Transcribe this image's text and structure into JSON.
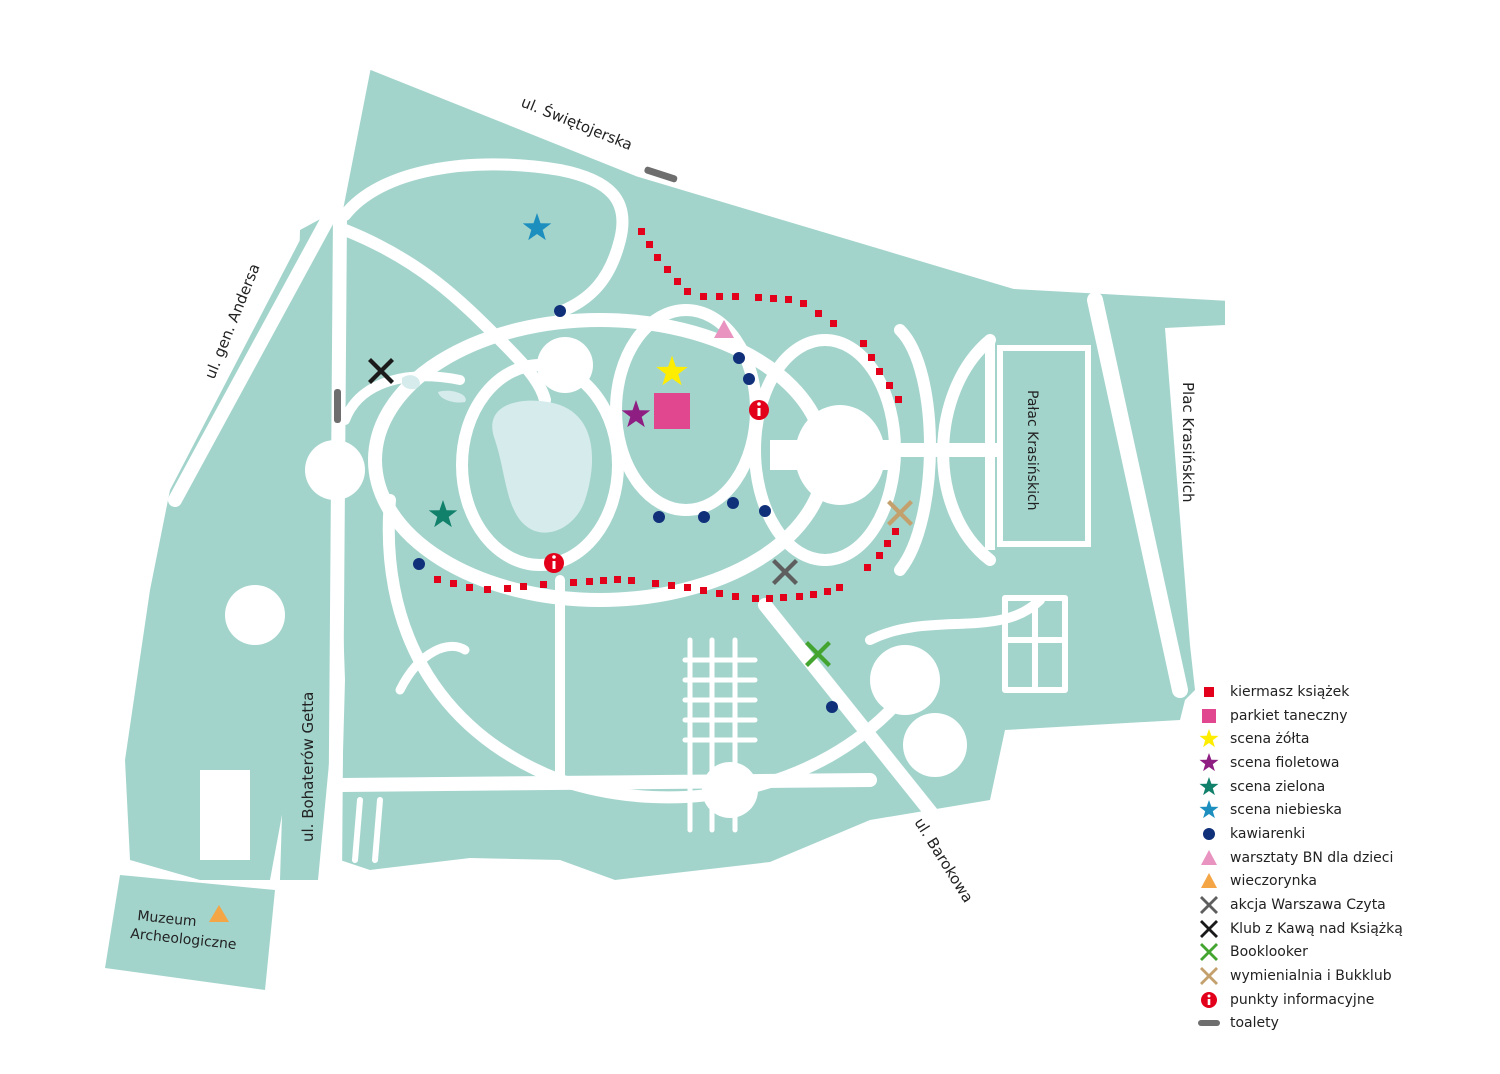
{
  "colors": {
    "park": "#a3d4cc",
    "path": "#ffffff",
    "pond": "#d6ecec",
    "stall": "#e3001b",
    "dance": "#e0478f",
    "stage_yellow": "#ffed00",
    "stage_purple": "#8e1e82",
    "stage_green": "#12816b",
    "stage_blue": "#1d8fbf",
    "cafe": "#10307a",
    "workshop": "#e993c0",
    "evening": "#f4a545",
    "warszawa_czyta": "#5e5e5e",
    "klub": "#1a1a1a",
    "booklooker": "#43a530",
    "bukklub": "#c3a06c",
    "info": "#e3001b",
    "toilet": "#6e6e6e"
  },
  "streets": {
    "swietojerska": "ul. Świętojerska",
    "andersa": "ul. gen. Andersa",
    "bohaterow": "ul. Bohaterów Getta",
    "barokowa": "ul. Barokowa",
    "plac": "Plac Krasińskich"
  },
  "places": {
    "palac": "Pałac Krasińskich",
    "muzeum_line1": "Muzeum",
    "muzeum_line2": "Archeologiczne"
  },
  "legend": [
    {
      "icon": "square-small-icon",
      "color": "#e3001b",
      "label": "kiermasz książek"
    },
    {
      "icon": "square-icon",
      "color": "#e0478f",
      "label": "parkiet taneczny"
    },
    {
      "icon": "star-icon",
      "color": "#ffed00",
      "label": "scena żółta"
    },
    {
      "icon": "star-icon",
      "color": "#8e1e82",
      "label": "scena fioletowa"
    },
    {
      "icon": "star-icon",
      "color": "#12816b",
      "label": "scena zielona"
    },
    {
      "icon": "star-icon",
      "color": "#1d8fbf",
      "label": "scena niebieska"
    },
    {
      "icon": "dot-icon",
      "color": "#10307a",
      "label": "kawiarenki"
    },
    {
      "icon": "triangle-icon",
      "color": "#e993c0",
      "label": "warsztaty BN dla dzieci"
    },
    {
      "icon": "triangle-icon",
      "color": "#f4a545",
      "label": "wieczorynka"
    },
    {
      "icon": "cross-icon",
      "color": "#5e5e5e",
      "label": "akcja Warszawa Czyta"
    },
    {
      "icon": "cross-icon",
      "color": "#1a1a1a",
      "label": "Klub z Kawą nad Książką"
    },
    {
      "icon": "cross-icon",
      "color": "#43a530",
      "label": "Booklooker"
    },
    {
      "icon": "cross-icon",
      "color": "#c3a06c",
      "label": "wymienialnia i Bukklub"
    },
    {
      "icon": "info-icon",
      "color": "#e3001b",
      "label": "punkty informacyjne"
    },
    {
      "icon": "bar-icon",
      "color": "#6e6e6e",
      "label": "toalety"
    }
  ]
}
